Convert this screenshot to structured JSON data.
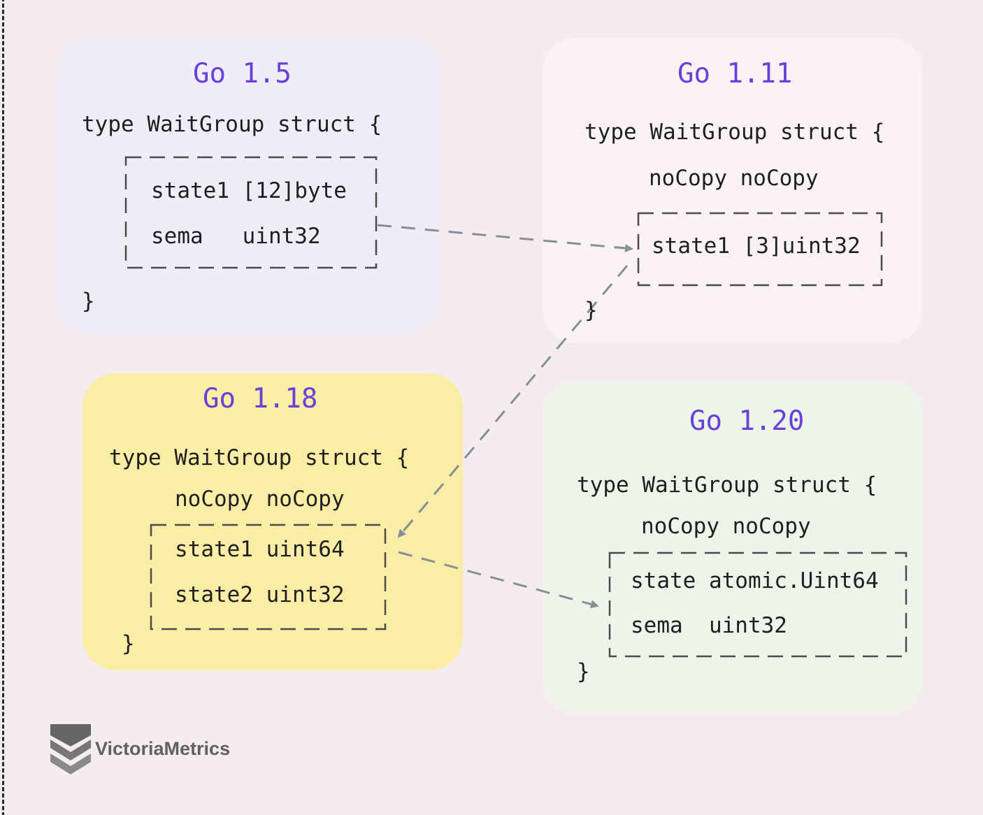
{
  "panels": {
    "go15": {
      "title": "Go 1.5",
      "decl": "type WaitGroup struct {",
      "fields": [
        "state1 [12]byte",
        "sema   uint32"
      ],
      "close": "}"
    },
    "go111": {
      "title": "Go 1.11",
      "decl": "type WaitGroup struct {",
      "nocopy": "noCopy noCopy",
      "fields": [
        "state1 [3]uint32"
      ],
      "close": "}"
    },
    "go118": {
      "title": "Go 1.18",
      "decl": "type WaitGroup struct {",
      "nocopy": "noCopy noCopy",
      "fields": [
        "state1 uint64",
        "state2 uint32"
      ],
      "close": "}"
    },
    "go120": {
      "title": "Go 1.20",
      "decl": "type WaitGroup struct {",
      "nocopy": "noCopy noCopy",
      "fields": [
        "state atomic.Uint64",
        "sema  uint32"
      ],
      "close": "}"
    }
  },
  "logo": {
    "text": "VictoriaMetrics"
  },
  "colors": {
    "title": "#6741d9",
    "go15_bg": "#f0edf8",
    "go111_bg": "#fbf3f3",
    "go118_bg": "#fbeda6",
    "go120_bg": "#edf5eb",
    "arrow": "#868e96"
  }
}
